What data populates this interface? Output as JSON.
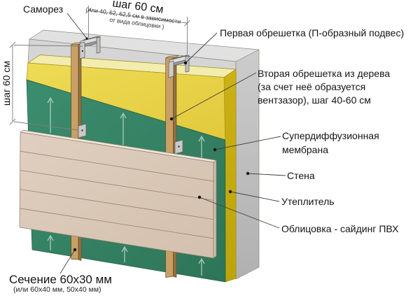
{
  "diagram": {
    "title_context": "wall cladding layers scheme",
    "labels": {
      "samorez": "Саморез",
      "top_dim": "шаг 60 см",
      "top_dim_note1": "(или 40, 62, 62,5 см в зависимости",
      "top_dim_note2": "от вида облицовки )",
      "left_dim": "шаг 60 см",
      "first_lathing": "Первая обрешетка (П-образный подвес)",
      "second_lathing_1": "Вторая обрешетка из дерева",
      "second_lathing_2": "(за счет неё образуется",
      "second_lathing_3": "вентзазор), шаг 40-60 см",
      "membrane_1": "Супердиффузионная",
      "membrane_2": "мембрана",
      "wall": "Стена",
      "insulation": "Утеплитель",
      "cladding": "Облицовка - сайдинг ПВХ",
      "section": "Сечение 60x30 мм",
      "section_note": "(или 60x40 мм, 50x40 мм)"
    },
    "colors": {
      "membrane_green": "#35846a",
      "insulation_yellow": "#ead54b",
      "insulation_edge_mustard": "#c6ab0f",
      "wall_gray": "#c2c2c2",
      "siding_beige": "#dbc9b9",
      "batten_wood": "#c8a065",
      "hanger_metal": "#c4c4c4",
      "leader_line": "#3f3f3f",
      "dimension_line": "#7d7d7d"
    }
  }
}
